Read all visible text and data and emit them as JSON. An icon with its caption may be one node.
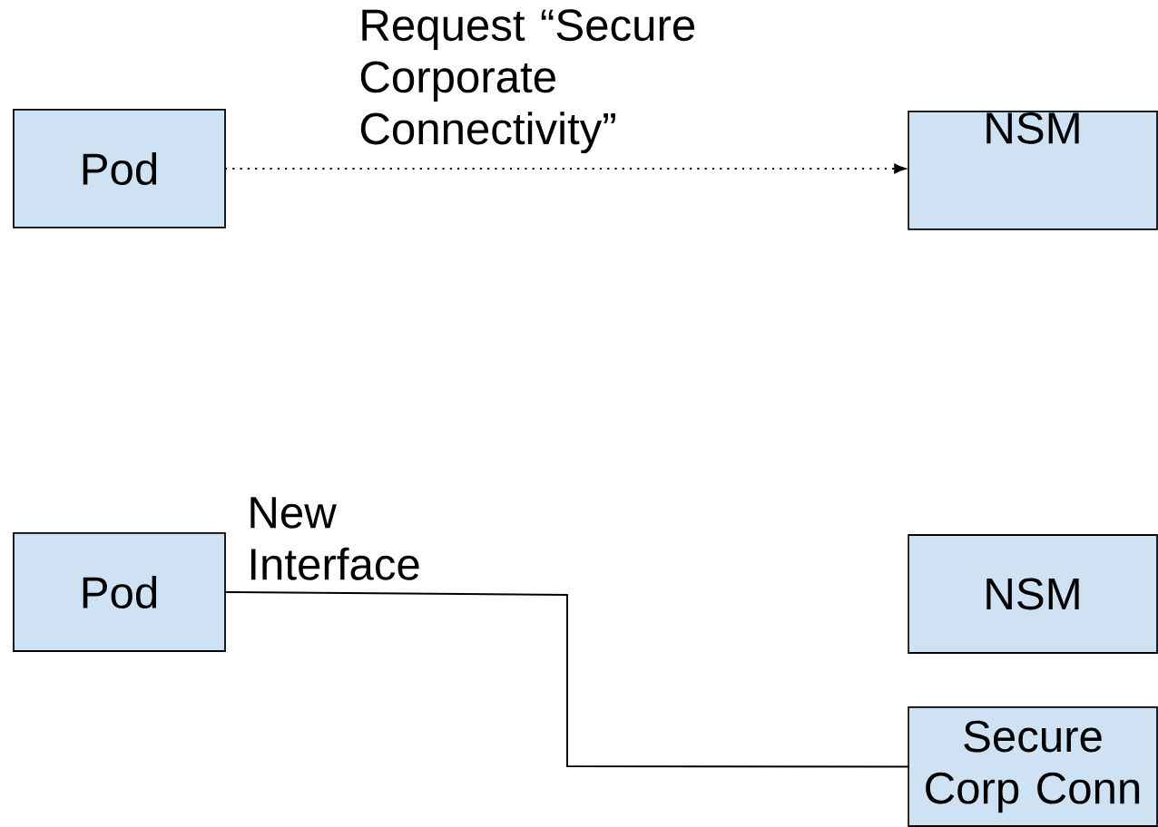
{
  "diagram": {
    "nodes": [
      {
        "text": [
          "Pod"
        ]
      },
      {
        "text": [
          "NSM"
        ]
      },
      {
        "text": [
          "Pod"
        ]
      },
      {
        "text": [
          "NSM"
        ]
      },
      {
        "text": [
          "Secure Corp Conn"
        ]
      }
    ],
    "edges": [
      {
        "from": 0,
        "to": 1,
        "arrow": "to",
        "style": "dashed",
        "label": "Request “Secure Corporate Connectivity”"
      },
      {
        "from": 2,
        "to": 4,
        "arrow": "none",
        "label": "New Interface"
      }
    ]
  }
}
